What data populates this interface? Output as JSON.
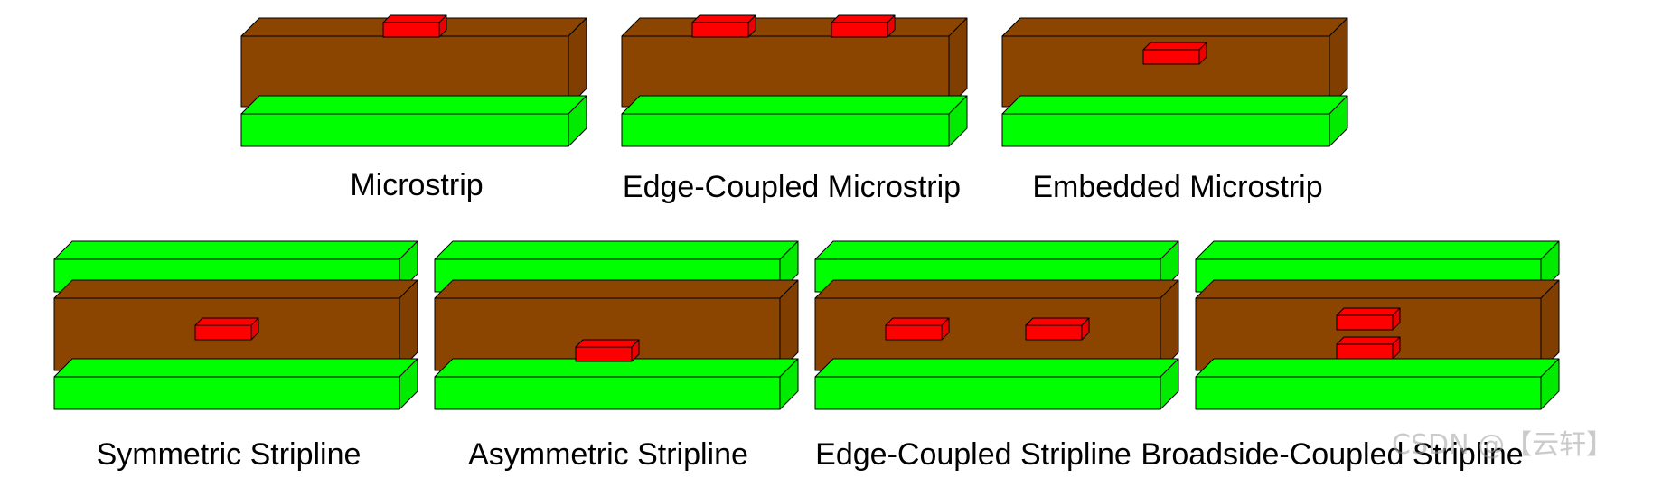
{
  "colors": {
    "dielectric": "#8B4500",
    "ground_plane": "#00FF00",
    "trace": "#FF0000",
    "outline": "#000000"
  },
  "diagrams": [
    {
      "id": "microstrip",
      "label": "Microstrip"
    },
    {
      "id": "edge-coupled-microstrip",
      "label": "Edge-Coupled Microstrip"
    },
    {
      "id": "embedded-microstrip",
      "label": "Embedded Microstrip"
    },
    {
      "id": "symmetric-stripline",
      "label": "Symmetric Stripline"
    },
    {
      "id": "asymmetric-stripline",
      "label": "Asymmetric Stripline"
    },
    {
      "id": "edge-coupled-stripline",
      "label": "Edge-Coupled Stripline"
    },
    {
      "id": "broadside-coupled-stripline",
      "label": "Broadside-Coupled Stripline"
    }
  ],
  "watermark": "CSDN @【云轩】"
}
